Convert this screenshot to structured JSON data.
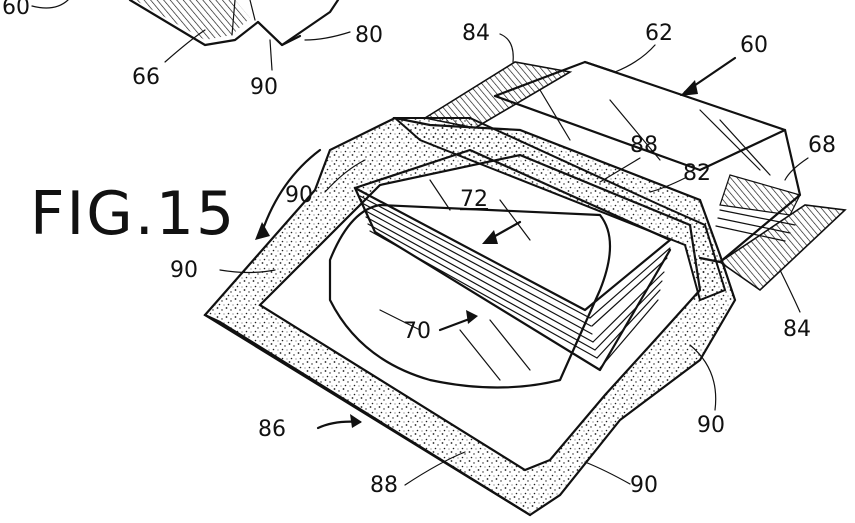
{
  "figure": {
    "title": "FIG.15"
  },
  "labels": {
    "l60a": "60",
    "l66": "66",
    "l90a": "90",
    "l80": "80",
    "l84a": "84",
    "l62": "62",
    "l60b": "60",
    "l68": "68",
    "l88a": "88",
    "l82": "82",
    "l90b": "90",
    "l72": "72",
    "l90c": "90",
    "l70": "70",
    "l84b": "84",
    "l90d": "90",
    "l86": "86",
    "l88b": "88",
    "l90e": "90"
  }
}
